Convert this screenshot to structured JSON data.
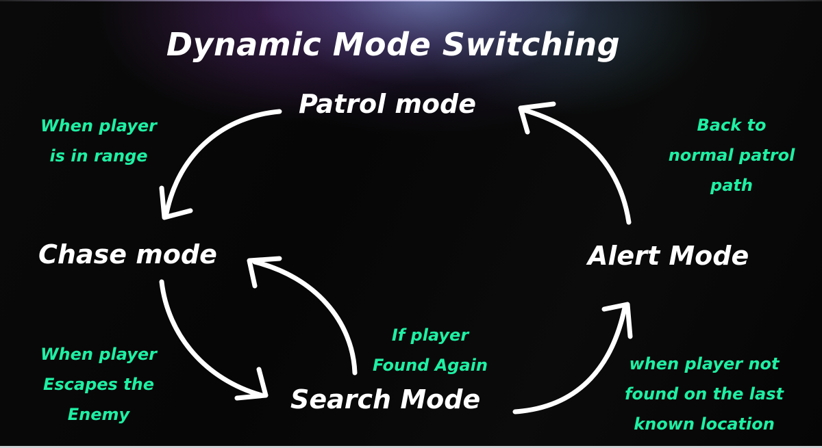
{
  "title": "Dynamic Mode Switching",
  "colors": {
    "node_text": "#ffffff",
    "condition_text": "#1ef0a4",
    "arrow": "#ffffff",
    "background": "#050505"
  },
  "nodes": {
    "patrol": "Patrol mode",
    "chase": "Chase mode",
    "search": "Search Mode",
    "alert": "Alert Mode"
  },
  "transitions": [
    {
      "from": "Patrol mode",
      "to": "Chase mode",
      "lines": [
        "When player",
        "is in range"
      ]
    },
    {
      "from": "Chase mode",
      "to": "Search Mode",
      "lines": [
        "When player",
        "Escapes the",
        "Enemy"
      ]
    },
    {
      "from": "Search Mode",
      "to": "Chase mode",
      "lines": [
        "If player",
        "Found Again"
      ]
    },
    {
      "from": "Search Mode",
      "to": "Alert Mode",
      "lines": [
        "when player not",
        "found on the last",
        "known location"
      ]
    },
    {
      "from": "Alert Mode",
      "to": "Patrol mode",
      "lines": [
        "Back to",
        "normal patrol",
        "path"
      ]
    }
  ]
}
